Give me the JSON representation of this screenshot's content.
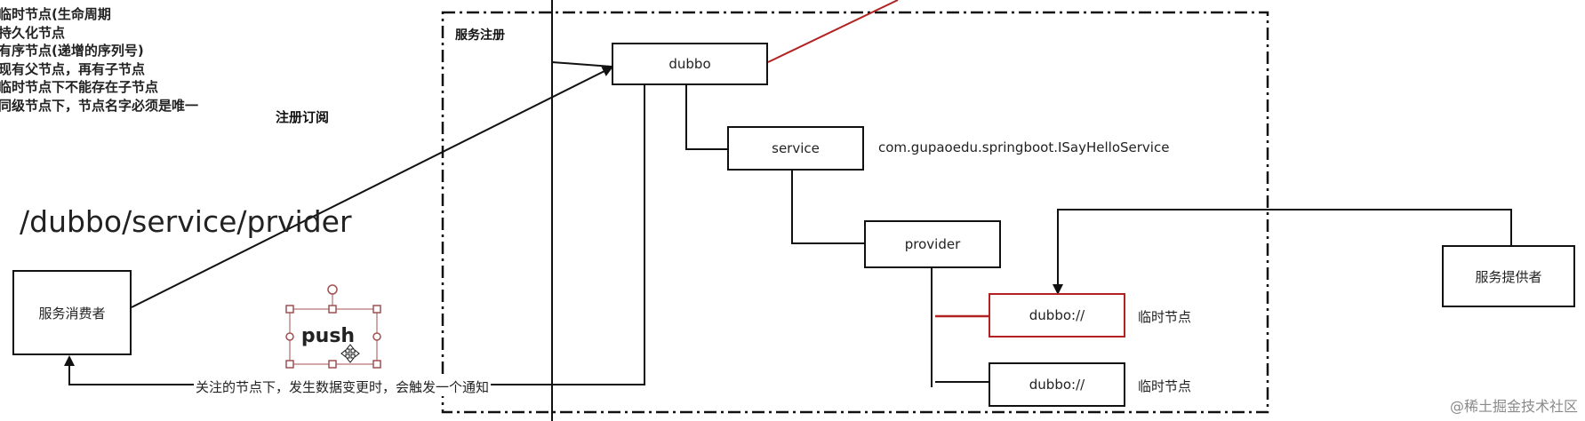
{
  "notes": [
    "临时节点(生命周期",
    "持久化节点",
    "有序节点(递增的序列号)",
    "现有父节点，再有子节点",
    "临时节点下不能存在子节点",
    "同级节点下，节点名字必须是唯一"
  ],
  "register_subscribe": "注册订阅",
  "service_register": "服务注册",
  "path_label": "/dubbo/service/prvider",
  "nodes": {
    "dubbo": "dubbo",
    "service": "service",
    "service_name": "com.gupaoedu.springboot.ISayHelloService",
    "provider": "provider",
    "url1": "dubbo://",
    "url1_tag": "临时节点",
    "url2": "dubbo://",
    "url2_tag": "临时节点"
  },
  "consumer": "服务消费者",
  "provider_box": "服务提供者",
  "push": "push",
  "notify": "关注的节点下，发生数据变更时，会触发一个通知",
  "watermark": "@稀土掘金技术社区",
  "colors": {
    "line": "#111111",
    "accent_red": "#b22222",
    "handle": "#a05050"
  }
}
